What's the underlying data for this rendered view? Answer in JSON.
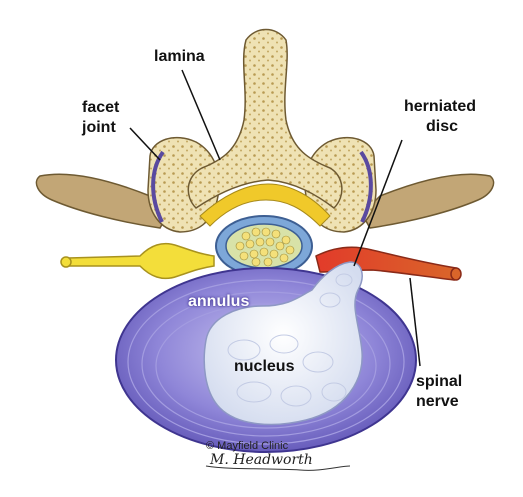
{
  "labels": {
    "lamina": "lamina",
    "facet_joint_line1": "facet",
    "facet_joint_line2": "joint",
    "herniated_disc_line1": "herniated",
    "herniated_disc_line2": "disc",
    "annulus": "annulus",
    "nucleus": "nucleus",
    "spinal_nerve_line1": "spinal",
    "spinal_nerve_line2": "nerve"
  },
  "credit": {
    "copyright": "© Mayfield Clinic",
    "signature": "M. Headworth"
  },
  "colors": {
    "bone": "#efe2b4",
    "bone_outline": "#7a6a3a",
    "marrow_dots": "#b89a52",
    "facet_cartilage": "#5a4aa0",
    "transverse_process": "#c2a676",
    "spinal_cord": "#d8e2a8",
    "nerve": "#f3de3a",
    "inflamed_nerve": "#d83a2a",
    "annulus": "#7d74cc",
    "nucleus": "#eef2fa"
  }
}
